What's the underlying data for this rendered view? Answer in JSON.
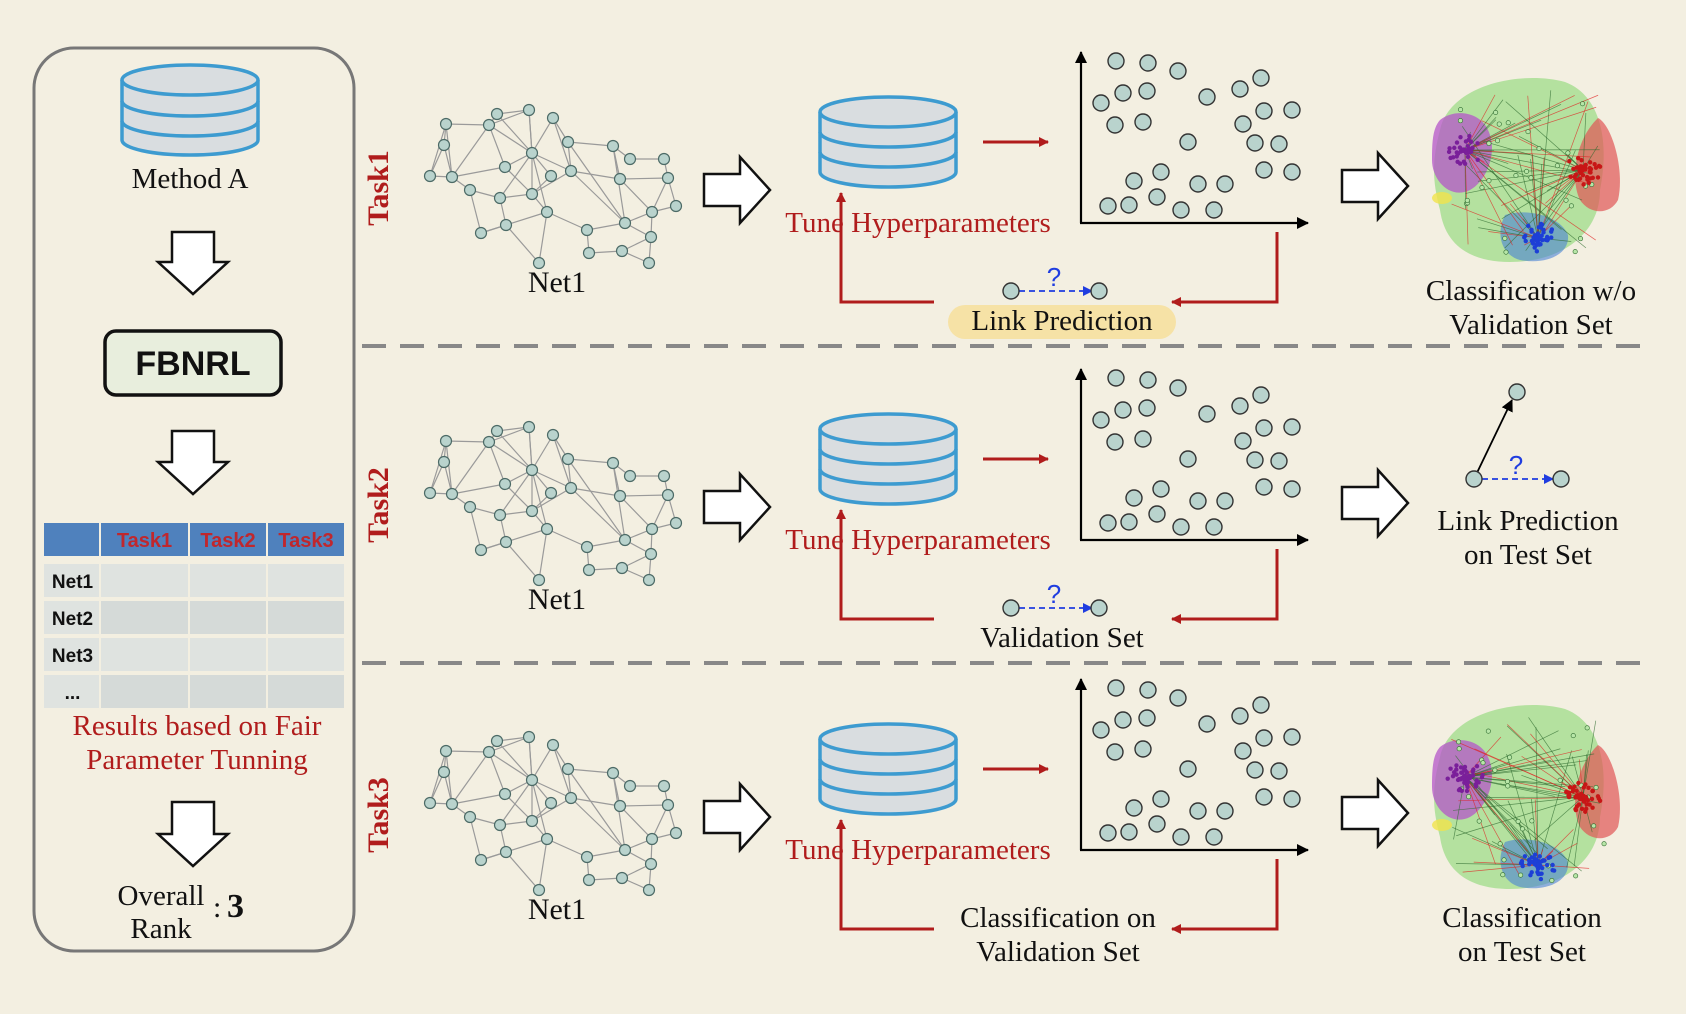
{
  "colors": {
    "background": "#f3efe1",
    "red": "#b01c1c",
    "db_blue": "#3d9bd0",
    "db_fill": "#d9dde0",
    "node_fill": "#b9d3cd",
    "question_blue": "#1f3de0",
    "highlight": "#f6e2a6"
  },
  "left_panel": {
    "method_label": "Method A",
    "fbnrl_label": "FBNRL",
    "table": {
      "columns": [
        "Task1",
        "Task2",
        "Task3"
      ],
      "rows": [
        "Net1",
        "Net2",
        "Net3",
        "..."
      ]
    },
    "results_caption_1": "Results based on Fair",
    "results_caption_2": "Parameter Tunning",
    "overall_label_1": "Overall",
    "overall_label_2": "Rank",
    "rank_colon": ":",
    "rank_value": "3"
  },
  "tasks": [
    {
      "task_label": "Task1",
      "net_label": "Net1",
      "tune_label": "Tune Hyperparameters",
      "feedback_label_1": "Link Prediction",
      "feedback_label_2": "",
      "question_mark": "?",
      "output_label_1": "Classification w/o",
      "output_label_2": "Validation Set"
    },
    {
      "task_label": "Task2",
      "net_label": "Net1",
      "tune_label": "Tune Hyperparameters",
      "feedback_label_1": "Validation Set",
      "feedback_label_2": "",
      "question_mark": "?",
      "output_label_1": "Link Prediction",
      "output_label_2": "on Test Set",
      "output_question_mark": "?"
    },
    {
      "task_label": "Task3",
      "net_label": "Net1",
      "tune_label": "Tune Hyperparameters",
      "feedback_label_1": "Classification on",
      "feedback_label_2": "Validation Set",
      "output_label_1": "Classification",
      "output_label_2": "on Test Set"
    }
  ]
}
